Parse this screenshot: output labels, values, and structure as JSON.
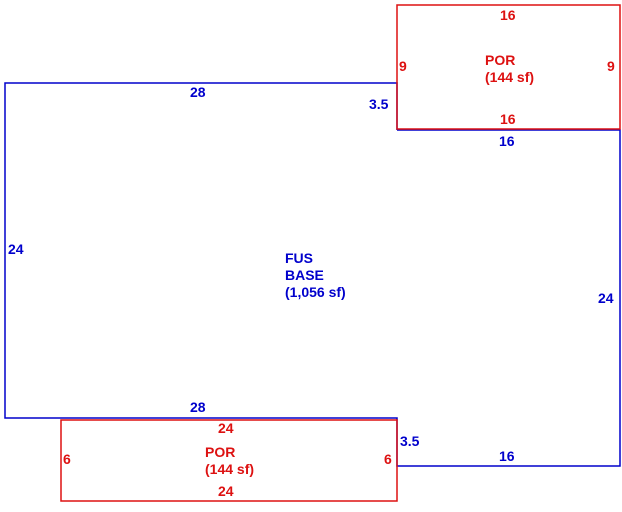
{
  "colors": {
    "base": "#0000cc",
    "porch": "#dd1111",
    "background": "#ffffff"
  },
  "base": {
    "line1": "FUS",
    "line2": "BASE",
    "line3": "(1,056 sf)",
    "dims": {
      "top": "28",
      "left": "24",
      "bottom": "28",
      "step_upper": "3.5",
      "step_upper_width": "16",
      "right": "24",
      "step_lower": "3.5",
      "step_lower_width": "16"
    }
  },
  "porch_top": {
    "line1": "POR",
    "line2": "(144 sf)",
    "dims": {
      "top": "16",
      "left": "9",
      "right": "9",
      "bottom": "16"
    }
  },
  "porch_bottom": {
    "line1": "POR",
    "line2": "(144 sf)",
    "dims": {
      "top": "24",
      "left": "6",
      "right": "6",
      "bottom": "24"
    }
  }
}
